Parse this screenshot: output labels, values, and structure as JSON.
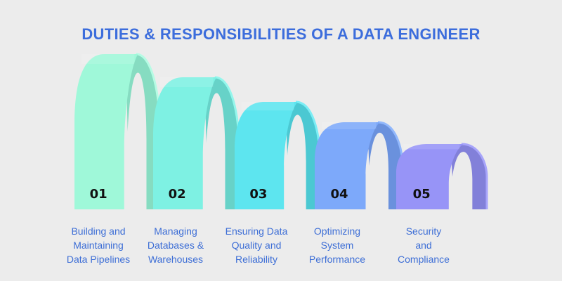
{
  "title": "DUTIES & RESPONSIBILITIES OF A DATA ENGINEER",
  "steps": [
    {
      "number": "01",
      "label_lines": [
        "Building and",
        "Maintaining",
        "Data Pipelines"
      ],
      "front_color": "#9ff8d9",
      "back_color": "#86dcc1",
      "rim_color": "#b6fbe4"
    },
    {
      "number": "02",
      "label_lines": [
        "Managing",
        "Databases &",
        "Warehouses"
      ],
      "front_color": "#7ef1e3",
      "back_color": "#67d2c8",
      "rim_color": "#94f6ec"
    },
    {
      "number": "03",
      "label_lines": [
        "Ensuring Data",
        "Quality and",
        "Reliability"
      ],
      "front_color": "#5de5ef",
      "back_color": "#4bc8d2",
      "rim_color": "#7bedf5"
    },
    {
      "number": "04",
      "label_lines": [
        "Optimizing",
        "System",
        "Performance"
      ],
      "front_color": "#7da9fa",
      "back_color": "#6a91dd",
      "rim_color": "#92b8fc"
    },
    {
      "number": "05",
      "label_lines": [
        "Security",
        "and",
        "Compliance"
      ],
      "front_color": "#9794f7",
      "back_color": "#8280d9",
      "rim_color": "#a7a4fa"
    }
  ]
}
